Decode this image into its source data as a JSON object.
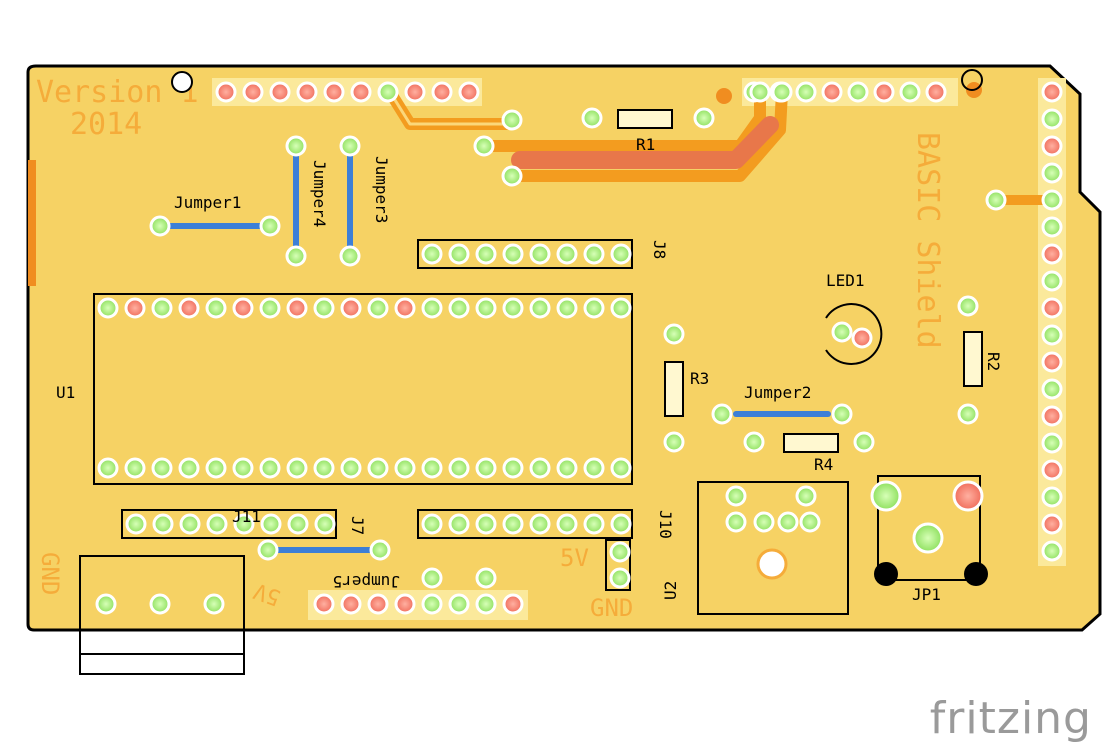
{
  "board": {
    "silk_version": "Version 1",
    "silk_year": "2014",
    "silk_title": "BASIC Shield",
    "label_gnd_left": "GND",
    "label_gnd_bottom": "GND",
    "label_5v": "5V",
    "label_5v_small": "5V"
  },
  "labels": {
    "r1": "R1",
    "r2": "R2",
    "r3": "R3",
    "r4": "R4",
    "jumper1": "Jumper1",
    "jumper2": "Jumper2",
    "jumper3": "Jumper3",
    "jumper4": "Jumper4",
    "jumper5": "Jumper5",
    "led1": "LED1",
    "u1": "U1",
    "u2": "U2",
    "j7": "J7",
    "j8": "J8",
    "j10": "J10",
    "j11": "J11",
    "jp1": "JP1"
  },
  "brand": {
    "text": "fritzing"
  },
  "colors": {
    "board": "#f6d264",
    "board_outline": "#000000",
    "copper_orange": "#f5a623",
    "copper_dark": "#e07a2a",
    "pad_green": "#9ae86c",
    "pad_red": "#f27e6c",
    "jumper_blue": "#3d7fd6",
    "silk_orange": "#f39c33"
  }
}
